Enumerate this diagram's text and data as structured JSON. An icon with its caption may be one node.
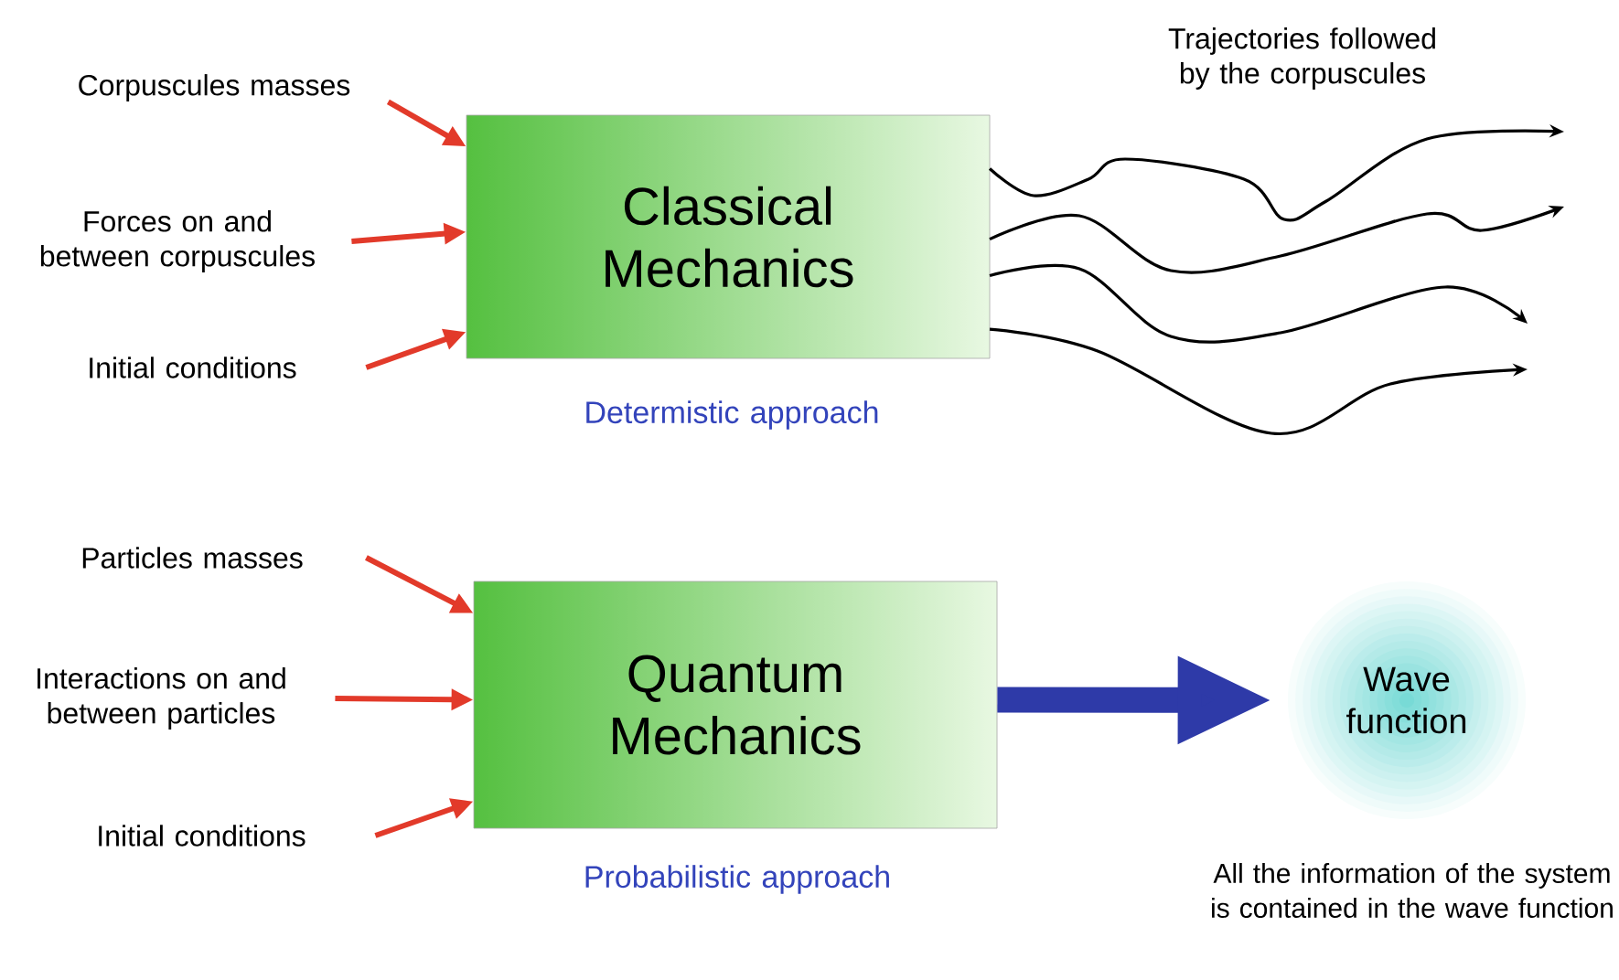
{
  "diagram": {
    "nodes": [
      {
        "text": [
          "Corpuscules masses"
        ]
      },
      {
        "text": [
          "Forces on and between corpuscules"
        ]
      },
      {
        "text": [
          "Initial conditions"
        ]
      },
      {
        "text": [
          "Classical Mechanics"
        ],
        "beside": [
          "Determistic approach"
        ]
      },
      {
        "text": [
          "Particles masses"
        ]
      },
      {
        "text": [
          "Interactions on and between particles"
        ]
      },
      {
        "text": [
          "Initial conditions"
        ]
      },
      {
        "text": [
          "Quantum Mechanics"
        ],
        "beside": [
          "Probabilistic approach"
        ]
      },
      {
        "text": [
          "Wave function"
        ],
        "beside": [
          "All the information of the system is contained in the wave function"
        ]
      }
    ],
    "edges": [
      {
        "from": 0,
        "to": 3,
        "arrow": "to"
      },
      {
        "from": 1,
        "to": 3,
        "arrow": "to"
      },
      {
        "from": 2,
        "to": 3,
        "arrow": "to"
      },
      {
        "from": 3,
        "to": null,
        "arrow": "to",
        "color": "#000000"
      },
      {
        "from": 3,
        "to": null,
        "arrow": "to",
        "color": "#000000"
      },
      {
        "from": 3,
        "to": null,
        "arrow": "to",
        "color": "#000000"
      },
      {
        "from": 3,
        "to": null,
        "arrow": "to",
        "color": "#000000"
      },
      {
        "from": 4,
        "to": 7,
        "arrow": "to"
      },
      {
        "from": 5,
        "to": 7,
        "arrow": "to"
      },
      {
        "from": 6,
        "to": 7,
        "arrow": "to"
      },
      {
        "from": 7,
        "to": 8,
        "arrow": "to",
        "style": "thick",
        "color": "#2e3aa8"
      }
    ],
    "labels": [
      "Trajectories followed by the corpuscules"
    ]
  }
}
